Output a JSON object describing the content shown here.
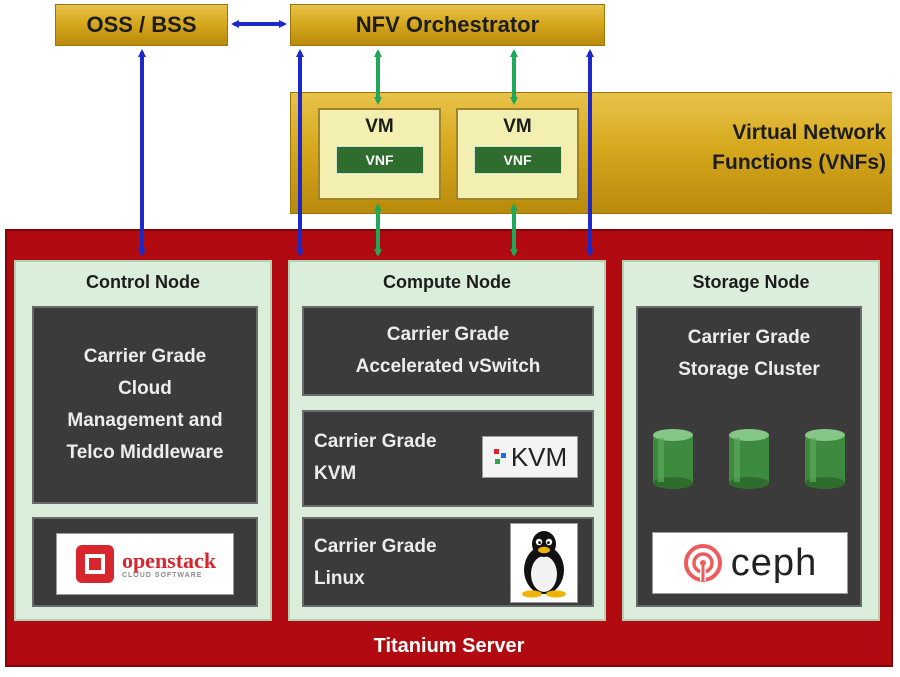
{
  "top": {
    "oss_label": "OSS / BSS",
    "orchestrator_label": "NFV Orchestrator"
  },
  "vnf_layer": {
    "title_line1": "Virtual Network",
    "title_line2": "Functions (VNFs)",
    "vms": [
      {
        "vm_label": "VM",
        "vnf_label": "VNF"
      },
      {
        "vm_label": "VM",
        "vnf_label": "VNF"
      }
    ]
  },
  "server": {
    "label": "Titanium Server"
  },
  "nodes": {
    "control": {
      "title": "Control Node",
      "box_lines": [
        "Carrier Grade",
        "Cloud",
        "Management and",
        "Telco Middleware"
      ],
      "logo_text": "openstack",
      "logo_subtext": "CLOUD SOFTWARE"
    },
    "compute": {
      "title": "Compute Node",
      "vswitch_lines": [
        "Carrier Grade",
        "Accelerated vSwitch"
      ],
      "kvm_lines": [
        "Carrier Grade",
        "KVM"
      ],
      "kvm_logo": "KVM",
      "linux_lines": [
        "Carrier Grade",
        "Linux"
      ]
    },
    "storage": {
      "title": "Storage Node",
      "box_lines": [
        "Carrier Grade",
        "Storage Cluster"
      ],
      "logo_text": "ceph"
    }
  },
  "colors": {
    "arrow_blue": "#1d28c8",
    "arrow_green": "#1fa85a",
    "server_red": "#b10a10",
    "band_gold": "#d6a91e",
    "node_green": "#dbeedb",
    "box_dark": "#3b3b3b"
  }
}
